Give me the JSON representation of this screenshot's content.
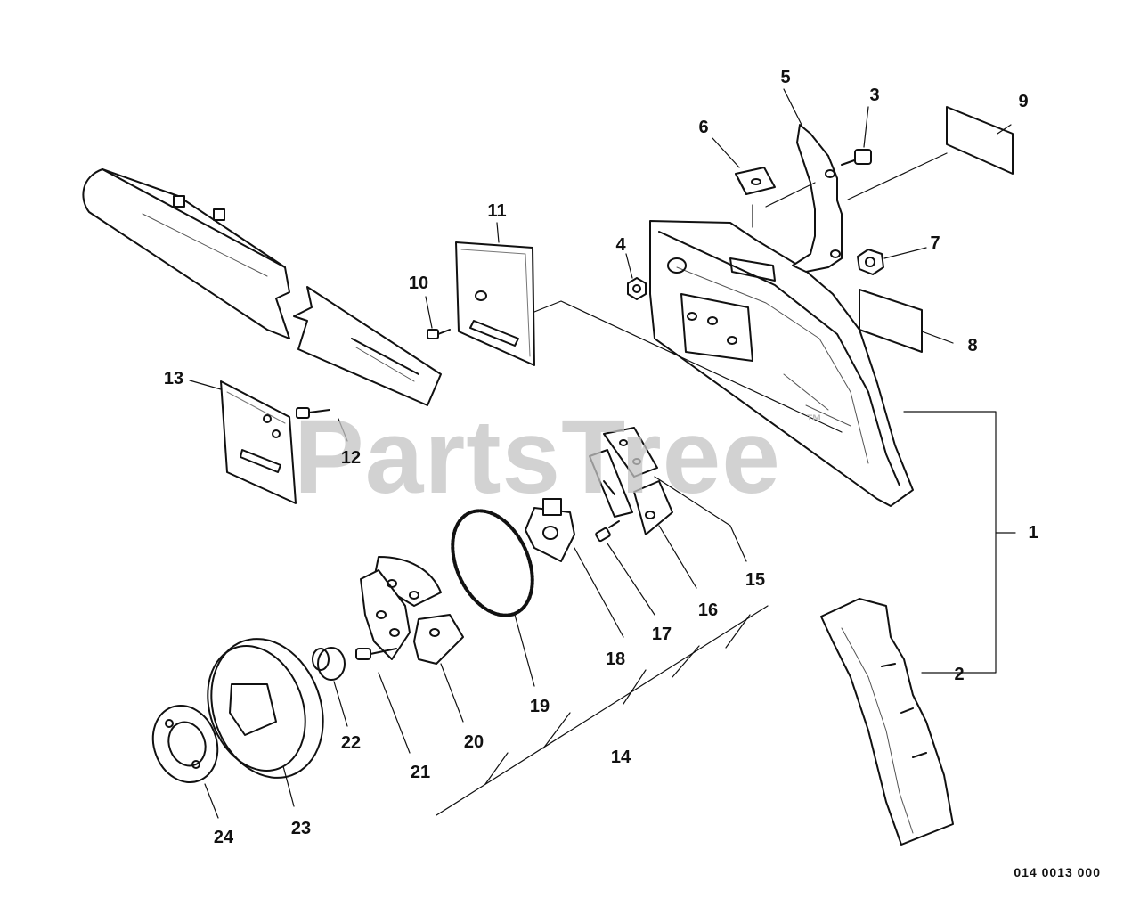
{
  "watermark": "PartsTree",
  "watermark_mark": "™",
  "diagram_code": "014 0013 000",
  "callouts": {
    "c1": "1",
    "c2": "2",
    "c3": "3",
    "c4": "4",
    "c5": "5",
    "c6": "6",
    "c7": "7",
    "c8": "8",
    "c9": "9",
    "c10": "10",
    "c11": "11",
    "c12": "12",
    "c13": "13",
    "c14": "14",
    "c15": "15",
    "c16": "16",
    "c17": "17",
    "c18": "18",
    "c19": "19",
    "c20": "20",
    "c21": "21",
    "c22": "22",
    "c23": "23",
    "c24": "24"
  }
}
